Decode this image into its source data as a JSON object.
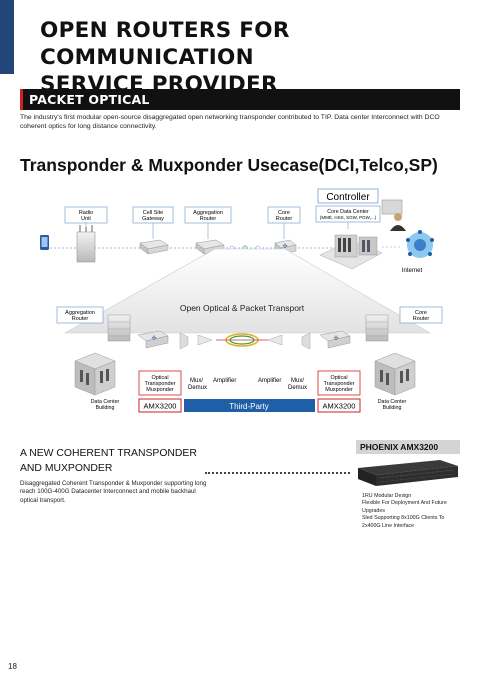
{
  "header": {
    "title_line1": "OPEN ROUTERS FOR COMMUNICATION",
    "title_line2": "SERVICE PROVIDER"
  },
  "section": {
    "label": "PACKET OPTICAL",
    "intro": "The industry's first modular open-source disaggregated open networking transponder contributed to TIP. Data center Interconnect with DCO coherent optics for long distance connectivity."
  },
  "diagram": {
    "title": "Transponder & Muxponder Usecase(DCI,Telco,SP)",
    "controller": "Controller",
    "top_labels": {
      "radio1": "Radio",
      "radio2": "Unit",
      "cell1": "Cell Site",
      "cell2": "Gateway",
      "agg1": "Aggregation",
      "agg2": "Router",
      "core1": "Core",
      "core2": "Router",
      "dc1": "Core Data Center",
      "dc2": "(MME, HSS, SGW, PGW,...)"
    },
    "internet": "Internet",
    "transport": "Open Optical & Packet Transport",
    "left_router1": "Aggregation",
    "left_router2": "Router",
    "right_router1": "Core",
    "right_router2": "Router",
    "opt_left1": "Optical",
    "opt_left2": "Transponder",
    "opt_left3": "Muxponder",
    "opt_right1": "Optical",
    "opt_right2": "Transponder",
    "opt_right3": "Muxponder",
    "mux_left1": "Mux/",
    "mux_left2": "Demux",
    "amp_left": "Amplifier",
    "amp_right": "Amplifier",
    "mux_right1": "Mux/",
    "mux_right2": "Demux",
    "dc_left1": "Data Center",
    "dc_left2": "Building",
    "dc_right1": "Data Center",
    "dc_right2": "Building",
    "amx_left": "AMX3200",
    "third_party": "Third-Party",
    "amx_right": "AMX3200"
  },
  "subsection": {
    "title_line1": "A NEW COHERENT  TRANSPONDER",
    "title_line2": "AND MUXPONDER",
    "body": "Disaggregated Coherent Transponder & Muxponder supporting long reach 100G-400G Datacenter Interconnect and mobile backhaul optical transport."
  },
  "product_card": {
    "title": "PHOENIX AMX3200",
    "features": [
      "1RU Modular Design",
      "Flexible For Deployment And Future Upgrades",
      "Sled Supporting 8x100G Clients To 2x400G Line Interface"
    ]
  },
  "page_number": "18",
  "colors": {
    "accent_red": "#cf2027",
    "navy": "#22457a",
    "third_party_blue": "#1f5fa8",
    "box_border": "#7aa0d0"
  }
}
